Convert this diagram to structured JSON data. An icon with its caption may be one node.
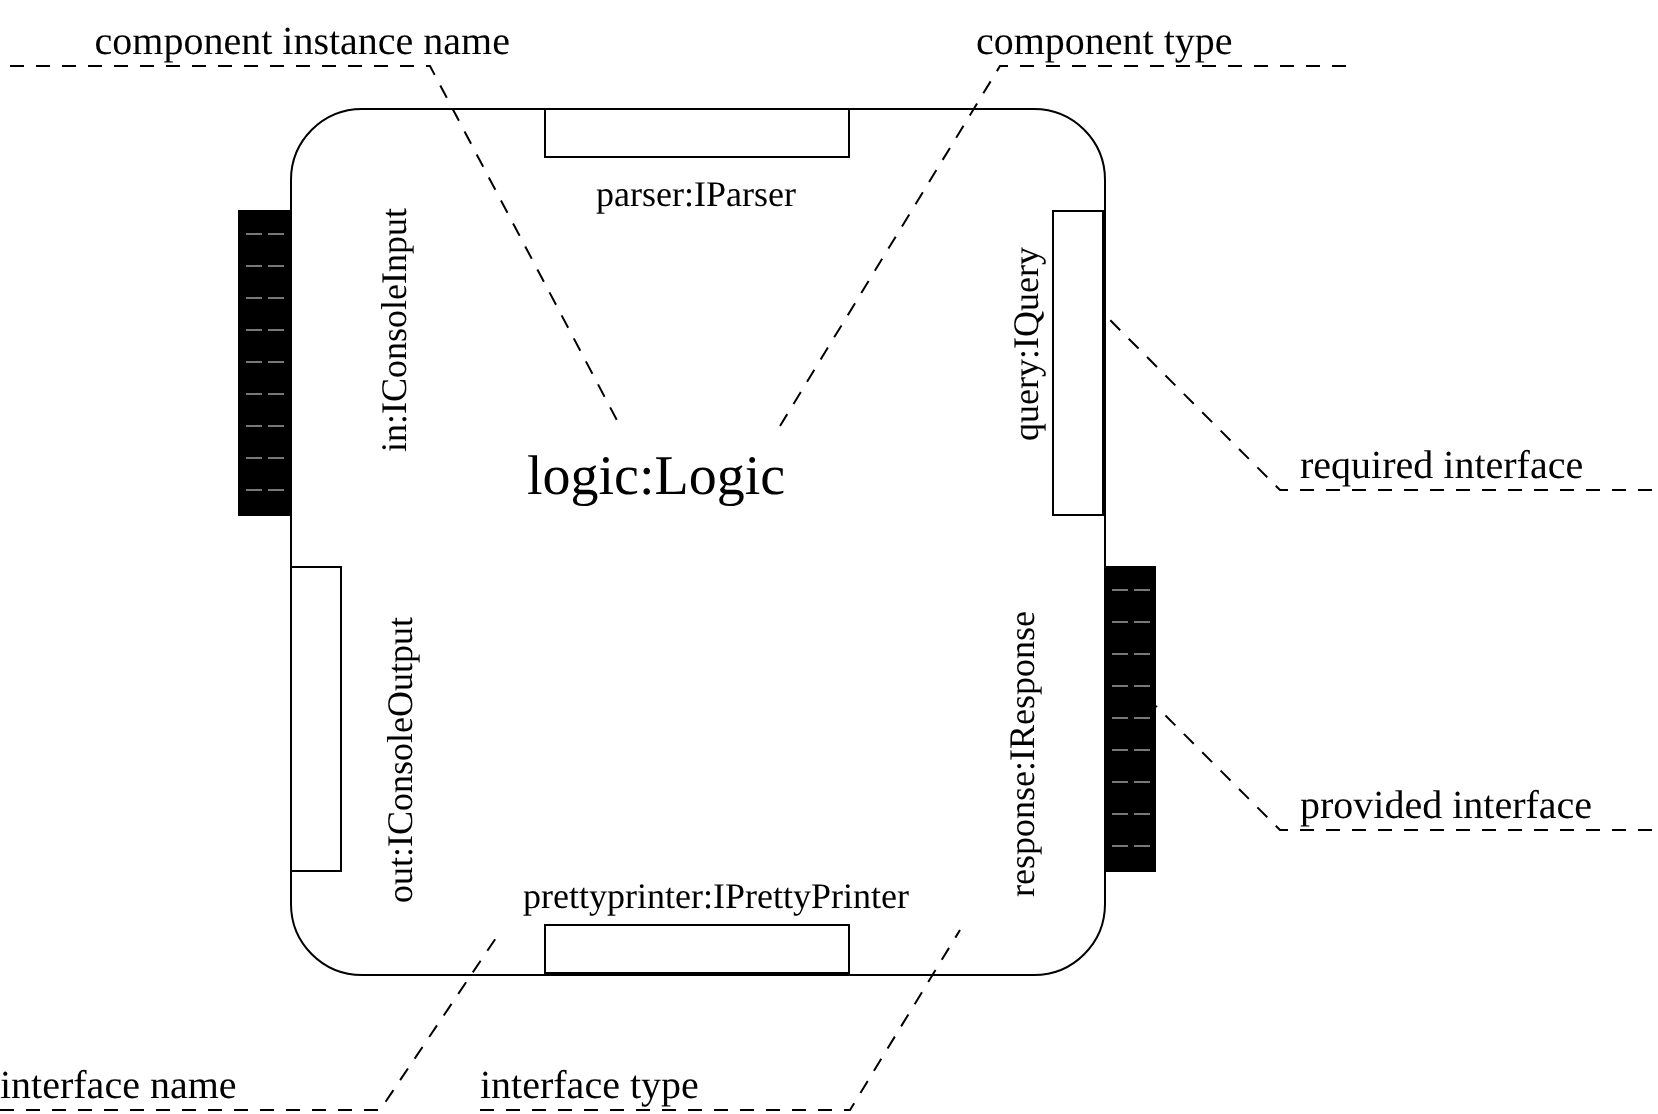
{
  "diagram": {
    "nodes": [
      {
        "text": [
          "logic:Logic"
        ]
      },
      {
        "text": [],
        "shape": "box",
        "in": 0,
        "beside": [
          "parser:IParser"
        ]
      },
      {
        "text": [],
        "shape": "bar",
        "beside": [
          "in:IConsoleInput"
        ]
      },
      {
        "text": [],
        "shape": "box",
        "in": 0,
        "beside": [
          "query:IQuery"
        ]
      },
      {
        "text": [],
        "shape": "box",
        "in": 0,
        "beside": [
          "out:IConsoleOutput"
        ]
      },
      {
        "text": [],
        "shape": "bar",
        "beside": [
          "response:IResponse"
        ]
      },
      {
        "text": [],
        "shape": "box",
        "in": 0,
        "beside": [
          "prettyprinter:IPrettyPrinter"
        ]
      },
      {
        "text": [
          "component instance name"
        ]
      },
      {
        "text": [
          "component type"
        ]
      },
      {
        "text": [
          "required interface"
        ]
      },
      {
        "text": [
          "provided interface"
        ]
      },
      {
        "text": [
          "interface name"
        ]
      },
      {
        "text": [
          "interface type"
        ]
      }
    ],
    "edges": [
      {
        "from": 7,
        "to": null,
        "arrow": "none",
        "style": "dashed"
      },
      {
        "from": 8,
        "to": null,
        "arrow": "none",
        "style": "dashed"
      },
      {
        "from": 9,
        "to": 3,
        "arrow": "none",
        "style": "dashed"
      },
      {
        "from": 10,
        "to": 5,
        "arrow": "none",
        "style": "dashed"
      },
      {
        "from": 11,
        "to": null,
        "arrow": "none",
        "style": "dashed"
      },
      {
        "from": 12,
        "to": null,
        "arrow": "none",
        "style": "dashed"
      }
    ]
  }
}
